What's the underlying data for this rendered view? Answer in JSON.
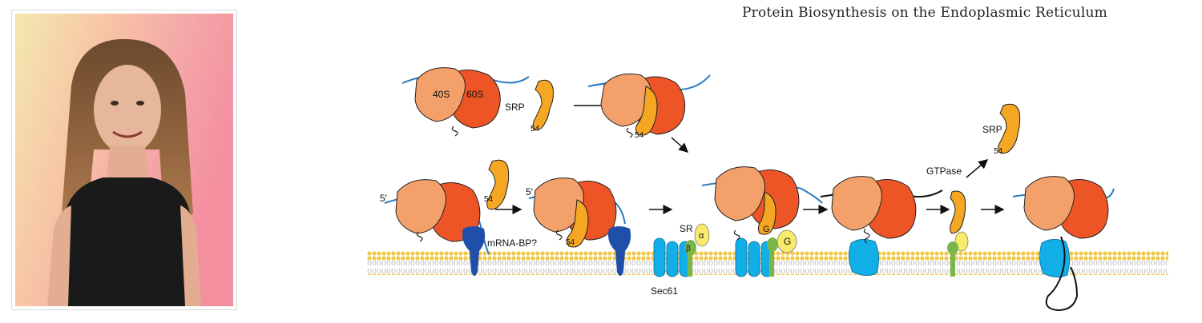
{
  "title": "Protein Biosynthesis on the Endoplasmic Reticulum",
  "labels": {
    "s40": "40S",
    "s60": "60S",
    "srp_top": "SRP",
    "p54_top": "54",
    "p54_top2": "54",
    "five_prime_1": "5′",
    "five_prime_2": "5′",
    "p54_mid1": "54",
    "p54_mid2": "54",
    "mrna_bp": "mRNA-BP?",
    "sr": "SR",
    "alpha": "α",
    "beta": "β",
    "sec61": "Sec61",
    "g1": "G",
    "g2": "G",
    "gtpase": "GTPase",
    "srp_released": "SRP",
    "p54_released": "54"
  },
  "colors": {
    "ribosome_small": "#f4a06a",
    "ribosome_large": "#ee5526",
    "srp": "#f5a623",
    "mrna": "#2b7bc0",
    "sec61": "#12aee8",
    "mrna_bp": "#1f4fa8",
    "sr_beta": "#7ab648",
    "sr_alpha": "#f7ea6c",
    "membrane": "#f2c94c"
  }
}
